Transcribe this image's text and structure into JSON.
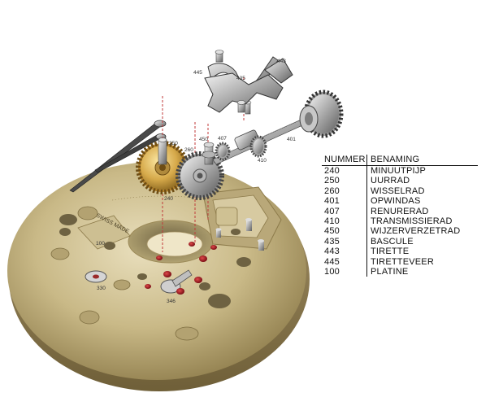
{
  "legend": {
    "header": {
      "number": "NUMMER",
      "name": "BENAMING"
    },
    "rows": [
      {
        "number": "240",
        "name": "MINUUTPIJP"
      },
      {
        "number": "250",
        "name": "UURRAD"
      },
      {
        "number": "260",
        "name": "WISSELRAD"
      },
      {
        "number": "401",
        "name": "OPWINDAS"
      },
      {
        "number": "407",
        "name": "RENURERAD"
      },
      {
        "number": "410",
        "name": "TRANSMISSIERAD"
      },
      {
        "number": "450",
        "name": "WIJZERVERZETRAD"
      },
      {
        "number": "435",
        "name": "BASCULE"
      },
      {
        "number": "443",
        "name": "TIRETTE"
      },
      {
        "number": "445",
        "name": "TIRETTEVEER"
      },
      {
        "number": "100",
        "name": "PLATINE"
      }
    ]
  },
  "diagram": {
    "plate_text": "SWISS MADE",
    "part_labels": {
      "p100": "100",
      "p240": "240",
      "p250": "250",
      "p260": "260",
      "p330": "330",
      "p346": "346",
      "p401": "401",
      "p407": "407",
      "p410": "410",
      "p435": "435",
      "p443": "443",
      "p445": "445",
      "p450": "450"
    }
  }
}
